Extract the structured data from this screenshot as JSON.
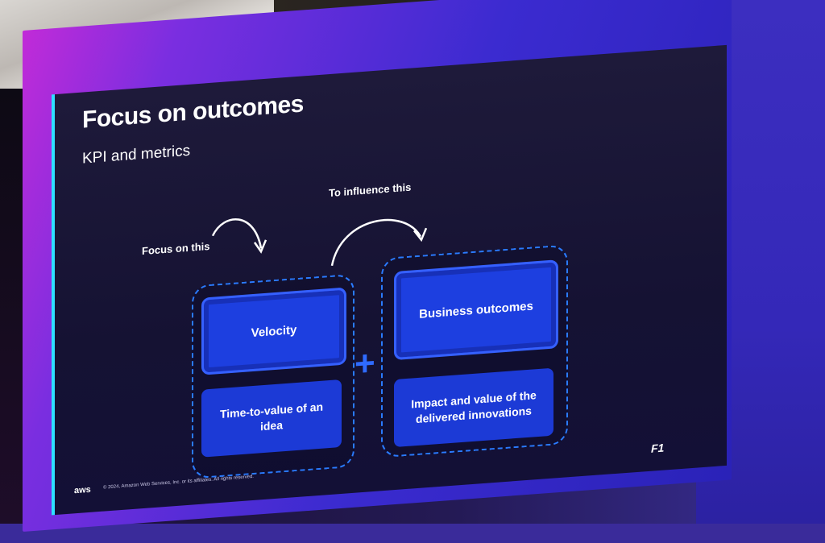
{
  "slide": {
    "title": "Focus on outcomes",
    "subtitle": "KPI and metrics",
    "annotations": {
      "focus": "Focus on this",
      "influence": "To influence this"
    },
    "left_group": {
      "primary": "Velocity",
      "secondary": "Time-to-value of an idea"
    },
    "right_group": {
      "primary": "Business outcomes",
      "secondary": "Impact and value of the delivered innovations"
    },
    "operator": "+",
    "footer": {
      "logo": "aws",
      "copyright": "© 2024, Amazon Web Services, Inc. or its affiliates. All rights reserved.",
      "brand_logo": "F1"
    }
  },
  "colors": {
    "slide_background": "#151233",
    "accent_cyan": "#2de0ff",
    "box_blue": "#1d3fe0",
    "dashed_border": "#2a7bff",
    "screen_glow": "#c12bd8"
  }
}
